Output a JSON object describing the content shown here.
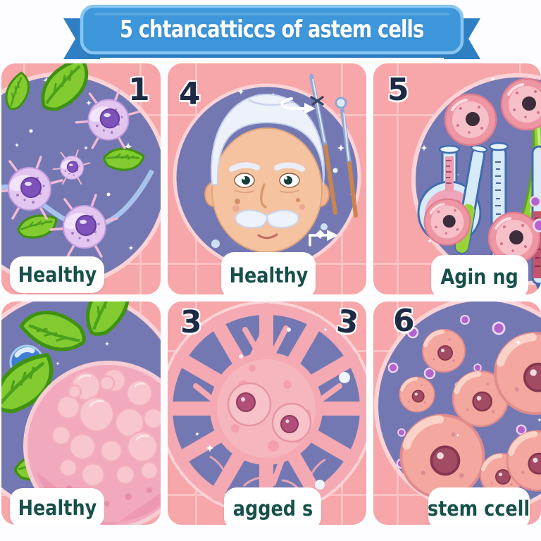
{
  "banner": {
    "title": "5 chtancatticcs of astem cells"
  },
  "panels": [
    {
      "name": "healthy-stem-cells",
      "number": "1",
      "label": "Healthy"
    },
    {
      "name": "healthy-elderly-man",
      "number": "4",
      "label": "Healthy"
    },
    {
      "name": "aging-lab-tubes",
      "number": "5",
      "label": "Agin ng"
    },
    {
      "name": "healthy-cell-cluster",
      "number": "",
      "label": "Healthy"
    },
    {
      "name": "aged-branching-cell",
      "number": "3",
      "number_alt": "3",
      "label": "agged s"
    },
    {
      "name": "stem-cell-colony",
      "number": "6",
      "label": "stem ccell"
    }
  ],
  "colors": {
    "banner_blue": "#3e97da",
    "banner_ribbon": "#2e7fc3",
    "banner_border": "#88c6ef",
    "card_pink": "#f7a6a9",
    "grid_line": "#fbc2c5",
    "circle_purple": "#7478b2",
    "circle_rim": "#fbd3d6",
    "label_green": "#17504a",
    "number_ink": "#1d2b45",
    "leaf_green": "#82cb30",
    "cell_pink": "#f3a79e",
    "cell_lavender": "#e2c6f0",
    "background": "#fdfdff"
  }
}
